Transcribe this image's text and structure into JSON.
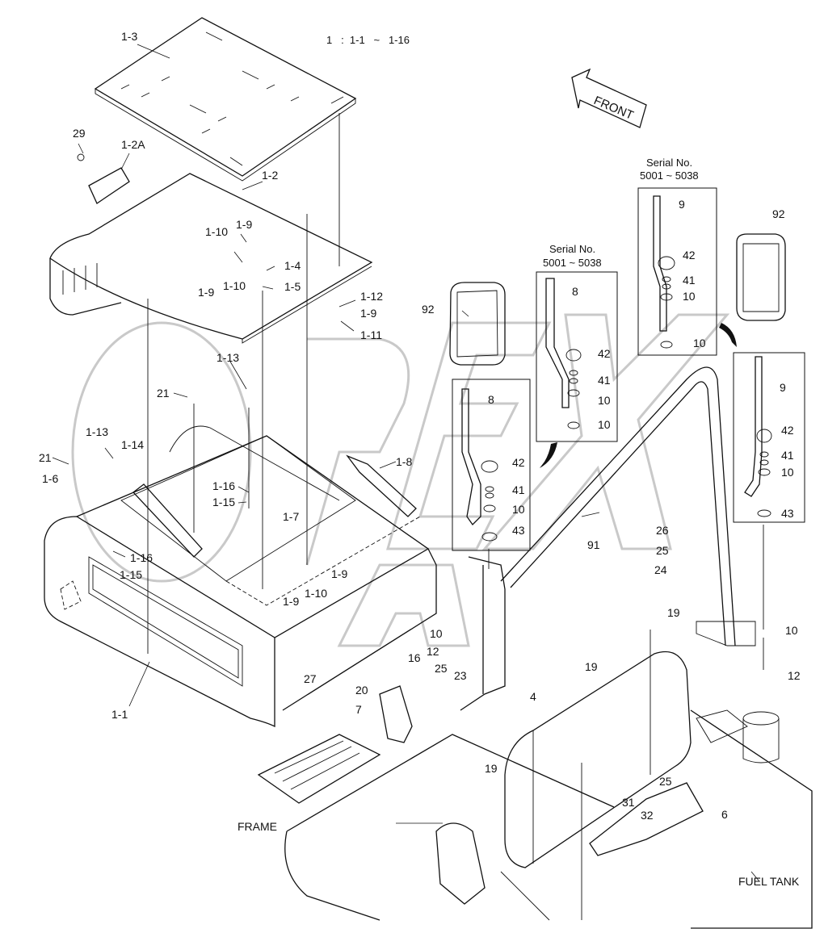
{
  "header": {
    "range_text": "1   :  1-1   ~   1-16"
  },
  "front_arrow": {
    "label": "FRONT"
  },
  "serial_boxes": [
    {
      "title": "Serial No.",
      "range": "5001 ~ 5038"
    },
    {
      "title": "Serial No.",
      "range": "5001 ~ 5038"
    }
  ],
  "area_labels": {
    "frame": "FRAME",
    "fuel_tank": "FUEL TANK"
  },
  "callouts": [
    "1-3",
    "29",
    "1-2A",
    "1-2",
    "1-10",
    "1-9",
    "1-9",
    "1-10",
    "1-4",
    "1-5",
    "1-12",
    "1-9",
    "1-11",
    "1-13",
    "21",
    "21",
    "1-13",
    "1-14",
    "1-6",
    "1-16",
    "1-15",
    "1-16",
    "1-15",
    "1-8",
    "1-7",
    "1-9",
    "1-10",
    "1-9",
    "1-1",
    "27",
    "92",
    "8",
    "42",
    "41",
    "10",
    "43",
    "8",
    "42",
    "41",
    "10",
    "10",
    "91",
    "9",
    "42",
    "41",
    "10",
    "10",
    "92",
    "9",
    "42",
    "41",
    "10",
    "43",
    "26",
    "25",
    "24",
    "10",
    "12",
    "10",
    "12",
    "16",
    "25",
    "23",
    "20",
    "7",
    "19",
    "19",
    "4",
    "19",
    "25",
    "31",
    "32",
    "6"
  ]
}
